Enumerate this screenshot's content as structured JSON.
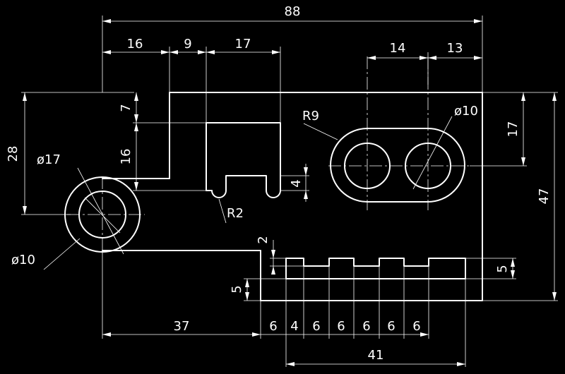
{
  "colors": {
    "background": "#000000",
    "lines": "#ffffff"
  },
  "dims": {
    "overall_width": "88",
    "top_16": "16",
    "top_9": "9",
    "top_17": "17",
    "top_14": "14",
    "top_13": "13",
    "left_28": "28",
    "left_16": "16",
    "left_7": "7",
    "right_17": "17",
    "right_47": "47",
    "slot_4": "4",
    "tooth_2": "2",
    "right_5": "5",
    "left_5": "5",
    "bottom_37": "37",
    "bottom_6a": "6",
    "bottom_4": "4",
    "bottom_6b": "6",
    "bottom_6c": "6",
    "bottom_6d": "6",
    "bottom_6e": "6",
    "bottom_6f": "6",
    "bottom_41": "41"
  },
  "callouts": {
    "dia17": "ø17",
    "dia10_left": "ø10",
    "dia10_right": "ø10",
    "r9": "R9",
    "r2": "R2"
  }
}
